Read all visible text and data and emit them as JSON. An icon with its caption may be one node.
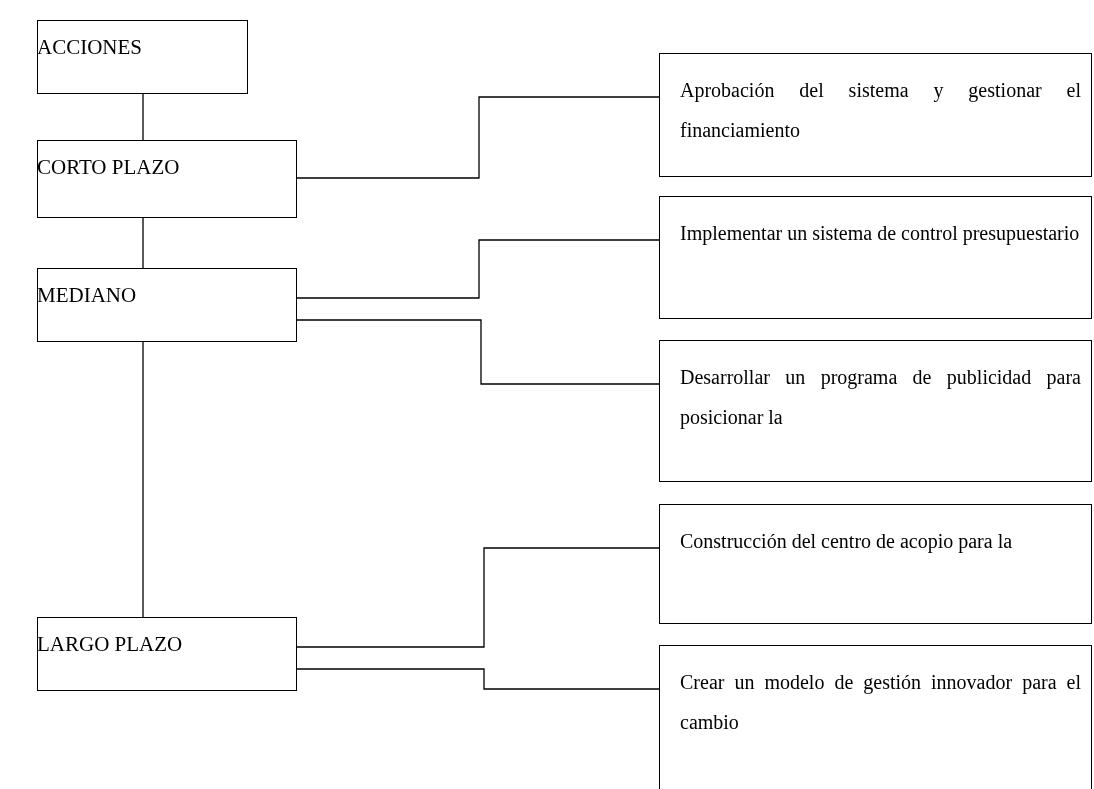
{
  "diagram": {
    "nodes": [
      {
        "text": [
          "ACCIONES"
        ]
      },
      {
        "text": [
          "CORTO PLAZO"
        ]
      },
      {
        "text": [
          "MEDIANO"
        ]
      },
      {
        "text": [
          "LARGO PLAZO"
        ]
      },
      {
        "text": [
          "Aprobación del sistema y gestionar el financiamiento"
        ]
      },
      {
        "text": [
          "Implementar un sistema de control presupuestario"
        ]
      },
      {
        "text": [
          "Desarrollar un programa de publicidad para posicionar la"
        ]
      },
      {
        "text": [
          "Construcción del centro de acopio para la"
        ]
      },
      {
        "text": [
          "Crear un modelo de gestión innovador para el cambio"
        ]
      }
    ],
    "edges": [
      {
        "from": 0,
        "to": 1,
        "arrow": "none"
      },
      {
        "from": 1,
        "to": 2,
        "arrow": "none"
      },
      {
        "from": 2,
        "to": 3,
        "arrow": "none"
      },
      {
        "from": 1,
        "to": 4,
        "arrow": "none"
      },
      {
        "from": 2,
        "to": 5,
        "arrow": "none"
      },
      {
        "from": 2,
        "to": 6,
        "arrow": "none"
      },
      {
        "from": 3,
        "to": 7,
        "arrow": "none"
      },
      {
        "from": 3,
        "to": 8,
        "arrow": "none"
      }
    ]
  }
}
